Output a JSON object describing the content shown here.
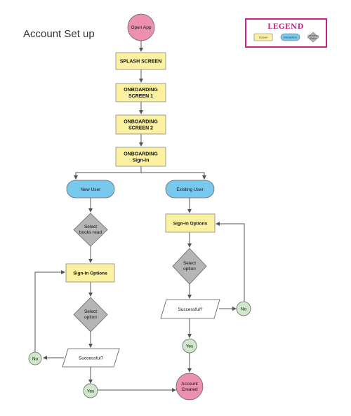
{
  "title": "Account Set up",
  "legend": {
    "title": "LEGEND",
    "items": [
      {
        "label": "Screen",
        "shape": "rect",
        "color": "#fbf1a0"
      },
      {
        "label": "Interaction",
        "shape": "pill",
        "color": "#79c8ee"
      },
      {
        "label": "Decision Point",
        "shape": "diamond",
        "color": "#b5b5b5"
      }
    ]
  },
  "colors": {
    "screen": "#fbf1a0",
    "interaction": "#79c8ee",
    "decision": "#b5b5b5",
    "terminal": "#ec8fb0",
    "yes_no": "#cfe8c9",
    "legend_border": "#cc2288",
    "line": "#555555"
  },
  "nodes": {
    "open_app": [
      "Open App"
    ],
    "splash": [
      "SPLASH SCREEN"
    ],
    "onboarding1": [
      "ONBOARDING",
      "SCREEN 1"
    ],
    "onboarding2": [
      "ONBOARDING",
      "SCREEN 2"
    ],
    "onboarding_signin": [
      "ONBOARDING",
      "Sign-In"
    ],
    "new_user": [
      "New User"
    ],
    "existing_user": [
      "Existing User"
    ],
    "select_books": [
      "Select",
      "books read"
    ],
    "signin_left": [
      "Sign-In Options"
    ],
    "signin_right": [
      "Sign-In Options"
    ],
    "select_option_left": [
      "Select",
      "option"
    ],
    "select_option_right": [
      "Select",
      "option"
    ],
    "successful_left": [
      "Successful?"
    ],
    "successful_right": [
      "Successful?"
    ],
    "no_left": [
      "No"
    ],
    "no_right": [
      "No"
    ],
    "yes_left": [
      "Yes"
    ],
    "yes_right": [
      "Yes"
    ],
    "account_created": [
      "Account",
      "Created"
    ]
  }
}
